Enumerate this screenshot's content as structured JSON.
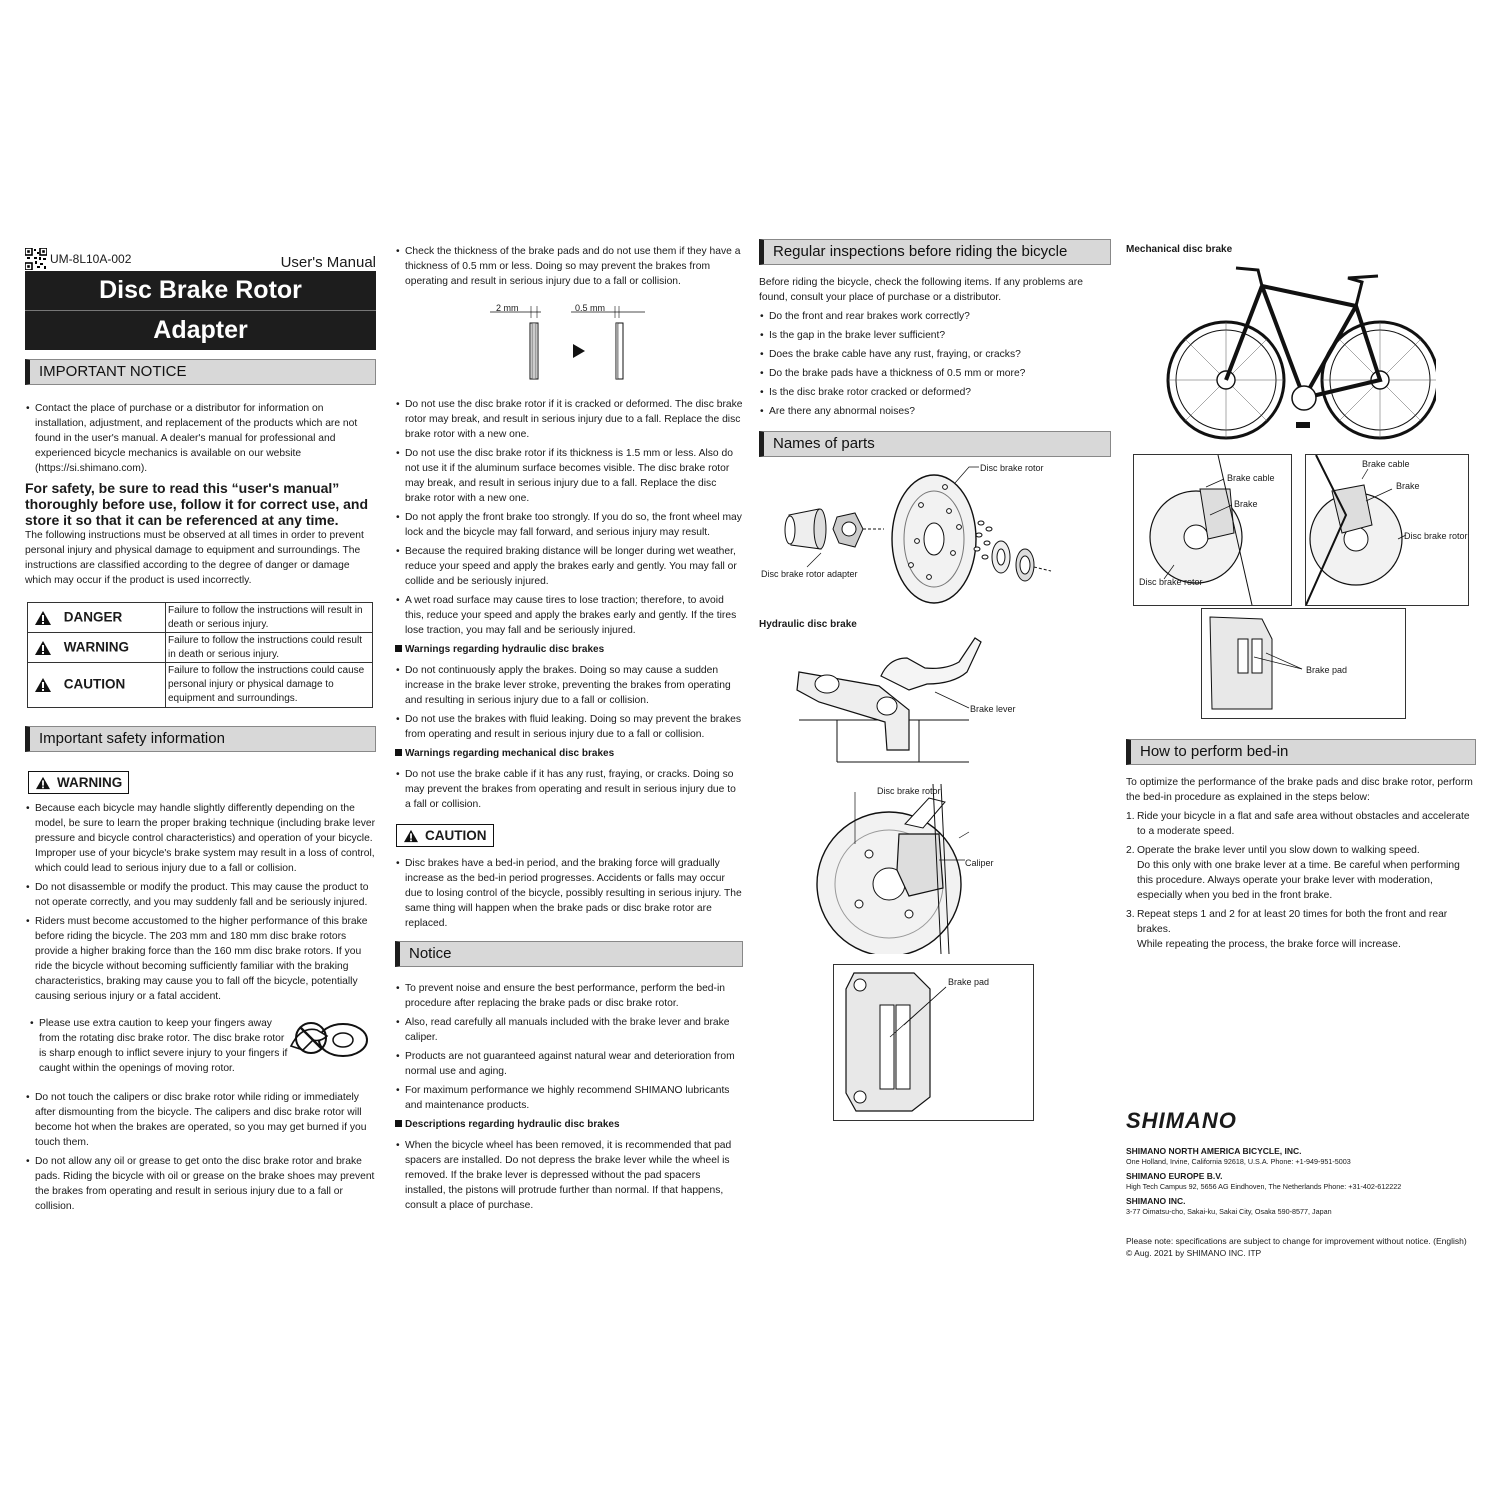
{
  "header": {
    "doc_code": "UM-8L10A-002",
    "doc_type": "User's Manual"
  },
  "title": {
    "line1": "Disc Brake Rotor",
    "line2": "Adapter"
  },
  "important_notice": {
    "heading": "IMPORTANT NOTICE",
    "bullet": "Contact the place of purchase or a distributor for information on installation, adjustment, and replacement of the products which are not found in the user's manual. A dealer's manual for professional and experienced bicycle mechanics is available on our website (https://si.shimano.com).",
    "safety_lead": "For safety, be sure to read this “user's manual” thoroughly before use, follow it for correct use, and store it so that it can be referenced at any time.",
    "intro": "The following instructions must be observed at all times in order to prevent personal injury and physical damage to equipment and surroundings. The instructions are classified according to the degree of danger or damage which may occur if the product is used incorrectly."
  },
  "hazards": [
    {
      "label": "DANGER",
      "text": "Failure to follow the instructions will result in death or serious injury."
    },
    {
      "label": "WARNING",
      "text": "Failure to follow the instructions could result in death or serious injury."
    },
    {
      "label": "CAUTION",
      "text": "Failure to follow the instructions could cause personal injury or physical damage to equipment and surroundings."
    }
  ],
  "safety": {
    "heading": "Important safety information",
    "warning_label": "WARNING",
    "warning_items": [
      "Because each bicycle may handle slightly differently depending on the model, be sure to learn the proper braking technique (including brake lever pressure and bicycle control characteristics) and operation of your bicycle. Improper use of your bicycle's brake system may result in a loss of control, which could lead to serious injury due to a fall or collision.",
      "Do not disassemble or modify the product. This may cause the product to not operate correctly, and you may suddenly fall and be seriously injured.",
      "Riders must become accustomed to the higher performance of this brake before riding the bicycle. The 203 mm and 180 mm disc brake rotors provide a higher braking force than the 160 mm disc brake rotors. If you ride the bicycle without becoming sufficiently familiar with the braking characteristics, braking may cause you to fall off the bicycle, potentially causing serious injury or a fatal accident.",
      "Please use extra caution to keep your fingers away from the rotating disc brake rotor. The disc brake rotor is sharp enough to inflict severe injury to your fingers if caught within the openings of moving rotor.",
      "Do not touch the calipers or disc brake rotor while riding or immediately after dismounting from the bicycle. The calipers and disc brake rotor will become hot when the brakes are operated, so you may get burned if you touch them.",
      "Do not allow any oil or grease to get onto the disc brake rotor and brake pads. Riding the bicycle with oil or grease on the brake shoes may prevent the brakes from operating and result in serious injury due to a fall or collision."
    ]
  },
  "col2": {
    "pad_item": "Check the thickness of the brake pads and do not use them if they have a thickness of 0.5 mm or less. Doing so may prevent the brakes from operating and result in serious injury due to a fall or collision.",
    "pad_dims": [
      "2 mm",
      "0.5 mm"
    ],
    "items": [
      "Do not use the disc brake rotor if it is cracked or deformed. The disc brake rotor may break, and result in serious injury due to a fall. Replace the disc brake rotor with a new one.",
      "Do not use the disc brake rotor if its thickness is 1.5 mm or less. Also do not use it if the aluminum surface becomes visible. The disc brake rotor may break, and result in serious injury due to a fall. Replace the disc brake rotor with a new one.",
      "Do not apply the front brake too strongly. If you do so, the front wheel may lock and the bicycle may fall forward, and serious injury may result.",
      "Because the required braking distance will be longer during wet weather, reduce your speed and apply the brakes early and gently. You may fall or collide and be seriously injured.",
      "A wet road surface may cause tires to lose traction; therefore, to avoid this, reduce your speed and apply the brakes early and gently. If the tires lose traction, you may fall and be seriously injured."
    ],
    "hyd_heading": "Warnings regarding hydraulic disc brakes",
    "hyd_items": [
      "Do not continuously apply the brakes. Doing so may cause a sudden increase in the brake lever stroke, preventing the brakes from operating and resulting in serious injury due to a fall or collision.",
      "Do not use the brakes with fluid leaking. Doing so may prevent the brakes from operating and result in serious injury due to a fall or collision."
    ],
    "mech_heading": "Warnings regarding mechanical disc brakes",
    "mech_items": [
      "Do not use the brake cable if it has any rust, fraying, or cracks. Doing so may prevent the brakes from operating and result in serious injury due to a fall or collision."
    ],
    "caution_label": "CAUTION",
    "caution_items": [
      "Disc brakes have a bed-in period, and the braking force will gradually increase as the bed-in period progresses. Accidents or falls may occur due to losing control of the bicycle, possibly resulting in serious injury. The same thing will happen when the brake pads or disc brake rotor are replaced."
    ],
    "notice_heading": "Notice",
    "notice_items": [
      "To prevent noise and ensure the best performance, perform the bed-in procedure after replacing the brake pads or disc brake rotor.",
      "Also, read carefully all manuals included with the brake lever and brake caliper.",
      "Products are not guaranteed against natural wear and deterioration from normal use and aging.",
      "For maximum performance we highly recommend SHIMANO lubricants and maintenance products."
    ],
    "desc_heading": "Descriptions regarding hydraulic disc brakes",
    "desc_items": [
      "When the bicycle wheel has been removed, it is recommended that pad spacers are installed. Do not depress the brake lever while the wheel is removed. If the brake lever is depressed without the pad spacers installed, the pistons will protrude further than normal. If that happens, consult a place of purchase."
    ]
  },
  "inspections": {
    "heading": "Regular inspections before riding the bicycle",
    "intro": "Before riding the bicycle, check the following items. If any problems are found, consult your place of purchase or a distributor.",
    "items": [
      "Do the front and rear brakes work correctly?",
      "Is the gap in the brake lever sufficient?",
      "Does the brake cable have any rust, fraying, or cracks?",
      "Do the brake pads have a thickness of 0.5 mm or more?",
      "Is the disc brake rotor cracked or deformed?",
      "Are there any abnormal noises?"
    ]
  },
  "parts": {
    "heading": "Names of parts",
    "exploded_labels": [
      "Disc brake rotor",
      "Disc brake rotor adapter"
    ],
    "hydraulic_title": "Hydraulic disc brake",
    "hydraulic_labels": [
      "Brake lever",
      "Disc brake rotor",
      "Caliper",
      "Brake pad"
    ],
    "mechanical_title": "Mechanical disc brake",
    "mechanical_labels": [
      "Brake cable",
      "Brake",
      "Disc brake rotor",
      "Brake cable",
      "Brake",
      "Disc brake rotor",
      "Brake pad"
    ]
  },
  "bedin": {
    "heading": "How to perform bed-in",
    "intro": "To optimize the performance of the brake pads and disc brake rotor, perform the bed-in procedure as explained in the steps below:",
    "steps": [
      {
        "n": "1.",
        "text": "Ride your bicycle in a flat and safe area without obstacles and accelerate to a moderate speed."
      },
      {
        "n": "2.",
        "text": "Operate the brake lever until you slow down to walking speed.",
        "text2": "Do this only with one brake lever at a time. Be careful when performing this procedure. Always operate your brake lever with moderation, especially when you bed in the front brake."
      },
      {
        "n": "3.",
        "text": "Repeat steps 1 and 2 for at least 20 times for both the front and rear brakes.",
        "text2": "While repeating the process, the brake force will increase."
      }
    ]
  },
  "footer": {
    "logo": "SHIMANO",
    "companies": [
      {
        "name": "SHIMANO NORTH AMERICA BICYCLE, INC.",
        "addr": "One Holland, Irvine, California 92618, U.S.A. Phone: +1-949-951-5003"
      },
      {
        "name": "SHIMANO EUROPE B.V.",
        "addr": "High Tech Campus 92, 5656 AG Eindhoven, The Netherlands Phone: +31-402-612222"
      },
      {
        "name": "SHIMANO INC.",
        "addr": "3-77 Oimatsu-cho, Sakai-ku, Sakai City, Osaka 590-8577, Japan"
      }
    ],
    "note": "Please note: specifications are subject to change for improvement without notice. (English)",
    "copyright": "© Aug. 2021 by SHIMANO INC. ITP"
  }
}
